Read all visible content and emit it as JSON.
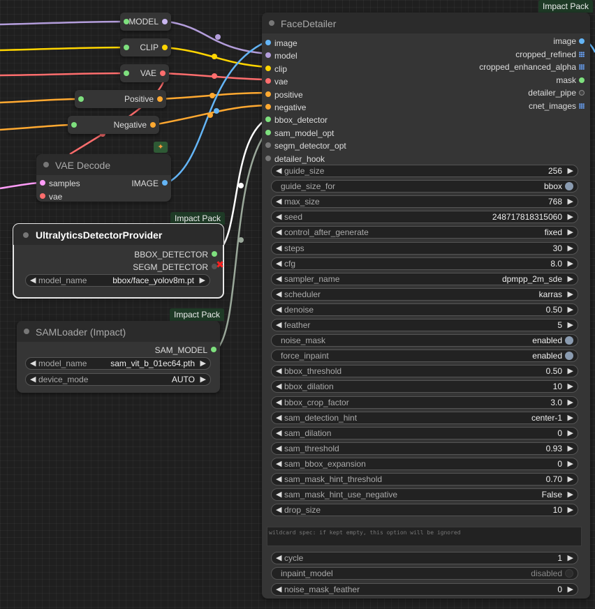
{
  "reroutes": [
    {
      "id": "model",
      "label": "MODEL",
      "dot_in": "#7ee07e",
      "dot_out": "#c9b6f0"
    },
    {
      "id": "clip",
      "label": "CLIP",
      "dot_in": "#7ee07e",
      "dot_out": "#ffd500"
    },
    {
      "id": "vae",
      "label": "VAE",
      "dot_in": "#7ee07e",
      "dot_out": "#ff6e6e"
    },
    {
      "id": "positive",
      "label": "Positive",
      "dot_in": "#7ee07e",
      "dot_out": "#ffa931"
    },
    {
      "id": "negative",
      "label": "Negative",
      "dot_in": "#7ee07e",
      "dot_out": "#ffa931"
    }
  ],
  "vae_decode": {
    "title": "VAE Decode",
    "icon": "fox-icon",
    "inputs": [
      {
        "label": "samples",
        "color": "#ff9cf9"
      },
      {
        "label": "vae",
        "color": "#ff6e6e"
      }
    ],
    "output": {
      "label": "IMAGE",
      "color": "#64b5f6"
    }
  },
  "detector_provider": {
    "badge": "Impact Pack",
    "title": "UltralyticsDetectorProvider",
    "outputs": [
      {
        "label": "BBOX_DETECTOR",
        "color": "#7ee07e"
      },
      {
        "label": "SEGM_DETECTOR",
        "color": "#777777"
      }
    ],
    "widget": {
      "name": "model_name",
      "value": "bbox/face_yolov8m.pt"
    }
  },
  "sam_loader": {
    "badge": "Impact Pack",
    "title": "SAMLoader (Impact)",
    "output": {
      "label": "SAM_MODEL",
      "color": "#7ee07e"
    },
    "widgets": [
      {
        "name": "model_name",
        "value": "sam_vit_b_01ec64.pth"
      },
      {
        "name": "device_mode",
        "value": "AUTO"
      }
    ]
  },
  "face_detailer": {
    "badge": "Impact Pack",
    "title": "FaceDetailer",
    "inputs": [
      {
        "label": "image",
        "color": "#64b5f6"
      },
      {
        "label": "model",
        "color": "#b39ddb"
      },
      {
        "label": "clip",
        "color": "#ffd500"
      },
      {
        "label": "vae",
        "color": "#ff6e6e"
      },
      {
        "label": "positive",
        "color": "#ffa931"
      },
      {
        "label": "negative",
        "color": "#ffa931"
      },
      {
        "label": "bbox_detector",
        "color": "#7ee07e"
      },
      {
        "label": "sam_model_opt",
        "color": "#7ee07e"
      },
      {
        "label": "segm_detector_opt",
        "color": "#777777"
      },
      {
        "label": "detailer_hook",
        "color": "#777777"
      }
    ],
    "outputs": [
      {
        "label": "image",
        "kind": "dot",
        "color": "#64b5f6"
      },
      {
        "label": "cropped_refined",
        "kind": "grid",
        "color": "#64b5f6"
      },
      {
        "label": "cropped_enhanced_alpha",
        "kind": "grid",
        "color": "#64b5f6"
      },
      {
        "label": "mask",
        "kind": "dot",
        "color": "#7ee07e"
      },
      {
        "label": "detailer_pipe",
        "kind": "dot",
        "color": "#444444"
      },
      {
        "label": "cnet_images",
        "kind": "grid",
        "color": "#64b5f6"
      }
    ],
    "widgets": [
      {
        "name": "guide_size",
        "value": "256",
        "type": "number"
      },
      {
        "name": "guide_size_for",
        "value": "bbox",
        "type": "toggle",
        "on": true
      },
      {
        "name": "max_size",
        "value": "768",
        "type": "number"
      },
      {
        "name": "seed",
        "value": "248717818315060",
        "type": "number"
      },
      {
        "name": "control_after_generate",
        "value": "fixed",
        "type": "combo"
      },
      {
        "name": "steps",
        "value": "30",
        "type": "number"
      },
      {
        "name": "cfg",
        "value": "8.0",
        "type": "number"
      },
      {
        "name": "sampler_name",
        "value": "dpmpp_2m_sde",
        "type": "combo"
      },
      {
        "name": "scheduler",
        "value": "karras",
        "type": "combo"
      },
      {
        "name": "denoise",
        "value": "0.50",
        "type": "number"
      },
      {
        "name": "feather",
        "value": "5",
        "type": "number"
      },
      {
        "name": "noise_mask",
        "value": "enabled",
        "type": "toggle",
        "on": true
      },
      {
        "name": "force_inpaint",
        "value": "enabled",
        "type": "toggle",
        "on": true
      },
      {
        "name": "bbox_threshold",
        "value": "0.50",
        "type": "number"
      },
      {
        "name": "bbox_dilation",
        "value": "10",
        "type": "number"
      },
      {
        "name": "bbox_crop_factor",
        "value": "3.0",
        "type": "number"
      },
      {
        "name": "sam_detection_hint",
        "value": "center-1",
        "type": "combo"
      },
      {
        "name": "sam_dilation",
        "value": "0",
        "type": "number"
      },
      {
        "name": "sam_threshold",
        "value": "0.93",
        "type": "number"
      },
      {
        "name": "sam_bbox_expansion",
        "value": "0",
        "type": "number"
      },
      {
        "name": "sam_mask_hint_threshold",
        "value": "0.70",
        "type": "number"
      },
      {
        "name": "sam_mask_hint_use_negative",
        "value": "False",
        "type": "combo"
      },
      {
        "name": "drop_size",
        "value": "10",
        "type": "number"
      }
    ],
    "wildcard_placeholder": "wildcard spec: if kept empty, this option will be ignored",
    "widgets_after": [
      {
        "name": "cycle",
        "value": "1",
        "type": "number"
      },
      {
        "name": "inpaint_model",
        "value": "disabled",
        "type": "toggle",
        "on": false
      },
      {
        "name": "noise_mask_feather",
        "value": "0",
        "type": "number"
      }
    ]
  },
  "link_colors": {
    "model": "#b39ddb",
    "clip": "#ffd500",
    "vae": "#ff6e6e",
    "cond": "#ffa931",
    "image": "#64b5f6",
    "detector": "#ffffff",
    "sam": "#9aa89a",
    "latent": "#ff9cf9"
  }
}
